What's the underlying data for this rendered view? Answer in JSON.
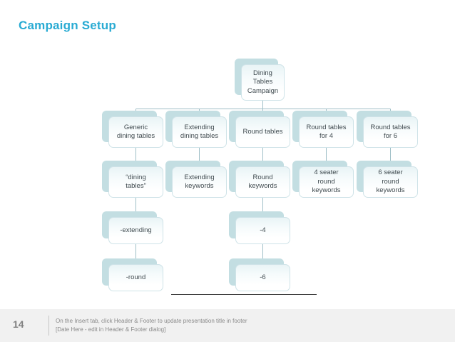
{
  "slide": {
    "title": "Campaign Setup",
    "title_color": "#29abd3",
    "number": "14"
  },
  "footer": {
    "line1": "On the Insert tab, click Header & Footer to update presentation title in footer",
    "line2": "[Date Here - edit in Header & Footer dialog]"
  },
  "diagram": {
    "type": "org-chart",
    "colors": {
      "backdrop": "#c3dee2",
      "card_border": "#cfe3e8",
      "connector": "#9fbfc7",
      "text": "#3f4a4f",
      "rule": "#3d3d3d"
    },
    "root": {
      "id": "root",
      "label": "Dining\nTables\nCampaign"
    },
    "columns": [
      {
        "id": "col1",
        "nodes": [
          {
            "id": "c1r2",
            "label": "Generic\ndining tables"
          },
          {
            "id": "c1r3",
            "label": "“dining\ntables”"
          },
          {
            "id": "c1r4",
            "label": "-extending"
          },
          {
            "id": "c1r5",
            "label": "-round"
          }
        ]
      },
      {
        "id": "col2",
        "nodes": [
          {
            "id": "c2r2",
            "label": "Extending\ndining tables"
          },
          {
            "id": "c2r3",
            "label": "Extending\nkeywords"
          }
        ]
      },
      {
        "id": "col3",
        "nodes": [
          {
            "id": "c3r2",
            "label": "Round tables"
          },
          {
            "id": "c3r3",
            "label": "Round\nkeywords"
          },
          {
            "id": "c3r4",
            "label": "-4"
          },
          {
            "id": "c3r5",
            "label": "-6"
          }
        ]
      },
      {
        "id": "col4",
        "nodes": [
          {
            "id": "c4r2",
            "label": "Round tables\nfor 4"
          },
          {
            "id": "c4r3",
            "label": "4 seater\nround\nkeywords"
          }
        ]
      },
      {
        "id": "col5",
        "nodes": [
          {
            "id": "c5r2",
            "label": "Round tables\nfor 6"
          },
          {
            "id": "c5r3",
            "label": "6 seater\nround\nkeywords"
          }
        ]
      }
    ]
  }
}
